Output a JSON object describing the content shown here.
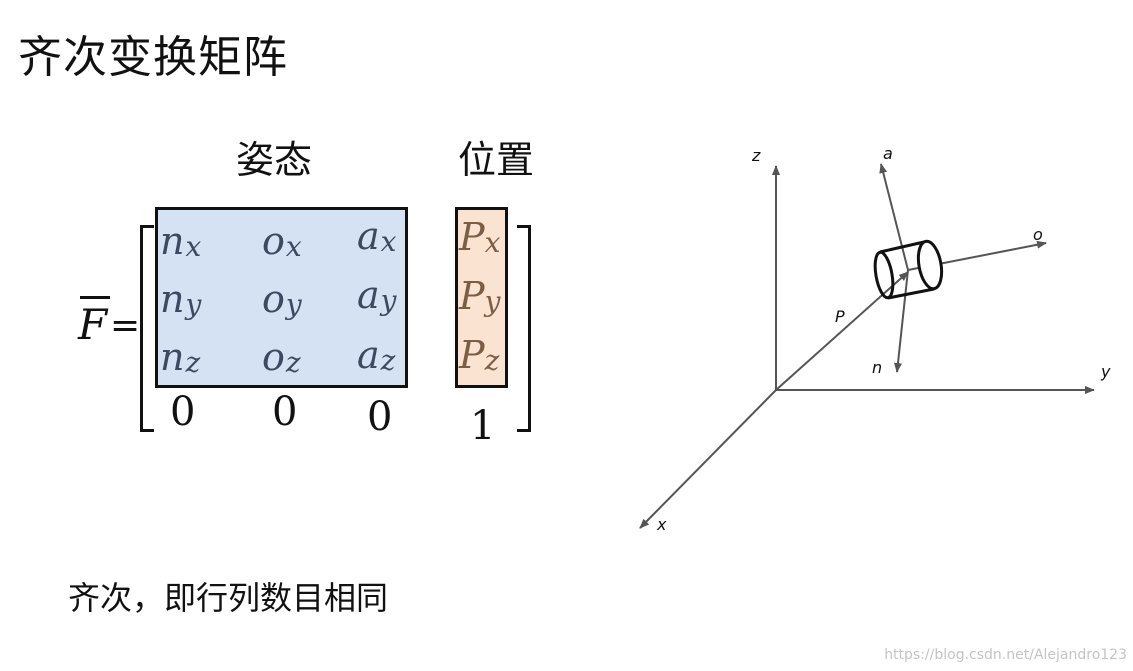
{
  "page": {
    "title": "齐次变换矩阵",
    "note": "齐次，即行列数目相同",
    "watermark": "https://blog.csdn.net/Alejandro123"
  },
  "matrix": {
    "header_attitude": "姿态",
    "header_position": "位置",
    "lhs_symbol": "F",
    "equals": "=",
    "rows": [
      {
        "n": "n",
        "n_sub": "x",
        "o": "o",
        "o_sub": "x",
        "a": "a",
        "a_sub": "x",
        "p": "P",
        "p_sub": "x"
      },
      {
        "n": "n",
        "n_sub": "y",
        "o": "o",
        "o_sub": "y",
        "a": "a",
        "a_sub": "y",
        "p": "P",
        "p_sub": "y"
      },
      {
        "n": "n",
        "n_sub": "z",
        "o": "o",
        "o_sub": "z",
        "a": "a",
        "a_sub": "z",
        "p": "P",
        "p_sub": "z"
      }
    ],
    "bottom_row": [
      "0",
      "0",
      "0",
      "1"
    ],
    "colors": {
      "attitude_fill": "#d5e2f3",
      "position_fill": "#fbe3d2"
    }
  },
  "axes_diagram": {
    "labels": {
      "z": "z",
      "y": "y",
      "x": "x",
      "a": "a",
      "o": "o",
      "n": "n",
      "P": "P"
    }
  }
}
